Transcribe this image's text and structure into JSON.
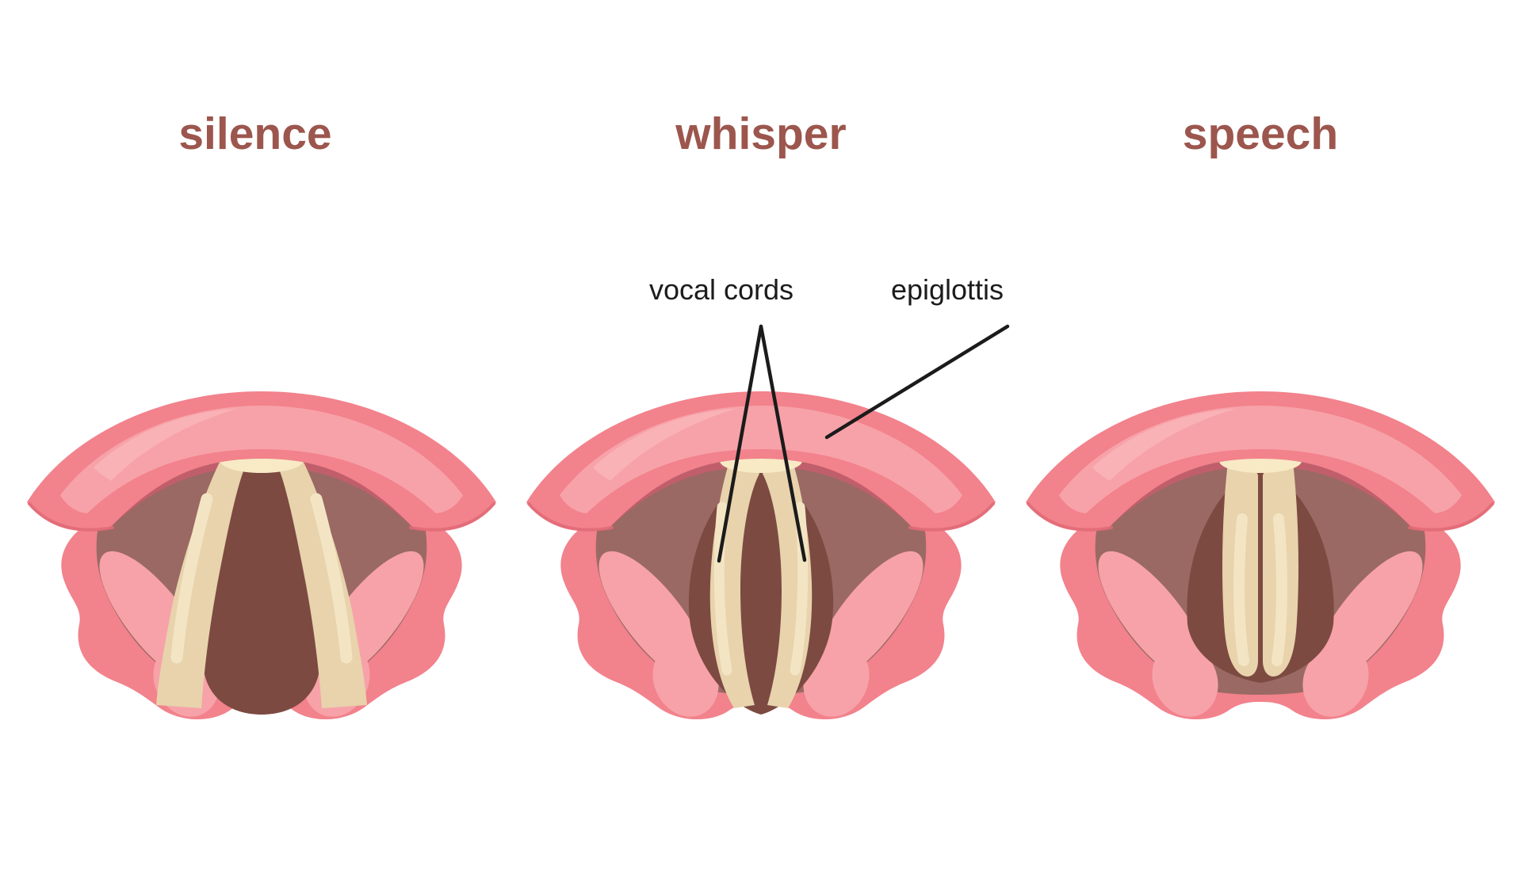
{
  "figure": {
    "subject": "larynx top view - vocal cord positions",
    "panels": [
      {
        "id": "silence",
        "title": "silence",
        "cords_state": "open wide (V-shaped glottis)"
      },
      {
        "id": "whisper",
        "title": "whisper",
        "cords_state": "nearly closed (narrow slit)"
      },
      {
        "id": "speech",
        "title": "speech",
        "cords_state": "closed (cords touching)"
      }
    ],
    "annotations": {
      "vocal_cords": "vocal cords",
      "epiglottis": "epiglottis"
    },
    "colors": {
      "background": "#FFFFFF",
      "title_text": "#9C564D",
      "label_text": "#1C1C1C",
      "annotation_line": "#1B1B1B",
      "skin_main": "#F2828C",
      "skin_light": "#F7A2A8",
      "skin_lighter": "#F9B2B6",
      "rim_shadow": "#C05F6B",
      "throat_cavity": "#9A6963",
      "glottis_dark": "#7C4A41",
      "vocal_cord": "#E8D3AC",
      "vocal_cord_highlight": "#F3E5C3",
      "commissure": "#F7EAC5"
    }
  }
}
